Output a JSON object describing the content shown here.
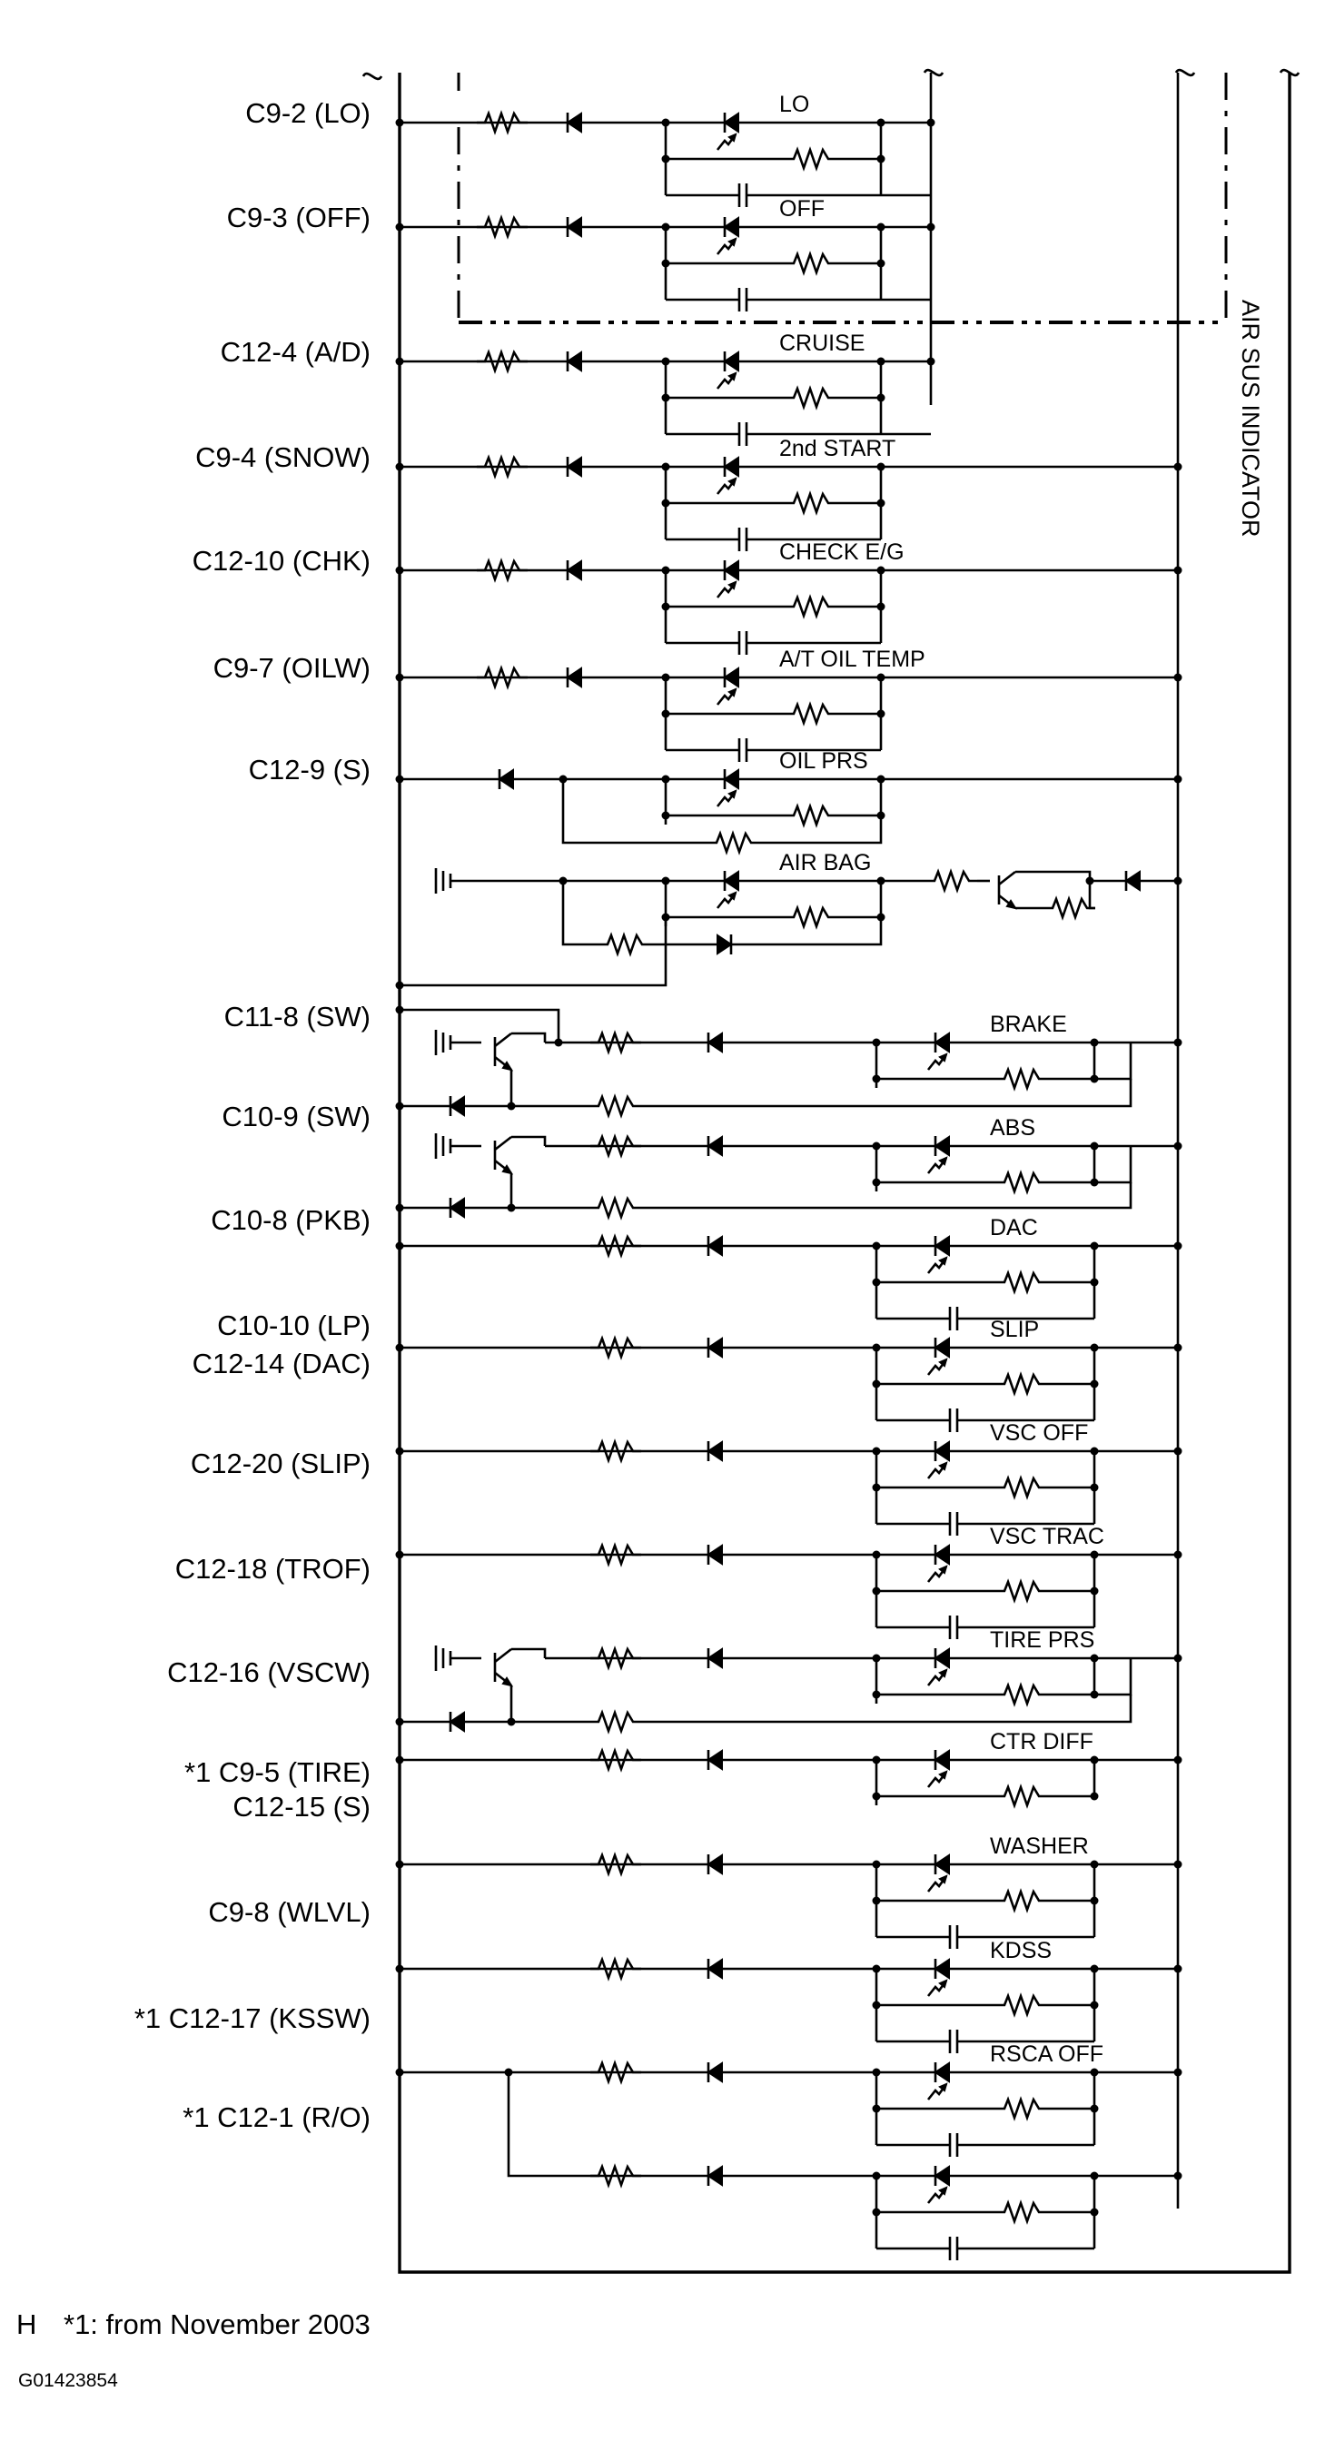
{
  "diagram": {
    "channels": [
      {
        "pin": "C9-2 (LO)",
        "lamp": "LO"
      },
      {
        "pin": "C9-3 (OFF)",
        "lamp": "OFF"
      },
      {
        "pin": "C12-4 (A/D)",
        "lamp": "CRUISE"
      },
      {
        "pin": "C9-4 (SNOW)",
        "lamp": "2nd START"
      },
      {
        "pin": "C12-10 (CHK)",
        "lamp": "CHECK E/G"
      },
      {
        "pin": "C9-7 (OILW)",
        "lamp": "A/T OIL TEMP"
      },
      {
        "pin": "C12-9 (S)",
        "lamp": "OIL PRS"
      },
      {
        "pin": "",
        "lamp": "AIR BAG"
      },
      {
        "pin": "C11-8 (SW)",
        "lamp": ""
      },
      {
        "pin": "C10-9 (SW)",
        "lamp": "BRAKE"
      },
      {
        "pin": "C10-8 (PKB)",
        "lamp": ""
      },
      {
        "pin": "",
        "lamp": "ABS"
      },
      {
        "pin": "C10-10 (LP)",
        "lamp": ""
      },
      {
        "pin": "C12-14 (DAC)",
        "lamp": "DAC"
      },
      {
        "pin": "C12-20 (SLIP)",
        "lamp": "SLIP"
      },
      {
        "pin": "C12-18 (TROF)",
        "lamp": "VSC OFF"
      },
      {
        "pin": "C12-16 (VSCW)",
        "lamp": "VSC TRAC"
      },
      {
        "pin": "",
        "lamp": "TIRE PRS"
      },
      {
        "pin": "*1 C9-5 (TIRE)",
        "lamp": ""
      },
      {
        "pin": "C12-15 (S)",
        "lamp": "CTR DIFF"
      },
      {
        "pin": "C9-8 (WLVL)",
        "lamp": "WASHER"
      },
      {
        "pin": "*1 C12-17 (KSSW)",
        "lamp": "KDSS"
      },
      {
        "pin": "*1 C12-1 (R/O)",
        "lamp": "RSCA OFF"
      }
    ],
    "side_label": "AIR SUS INDICATOR",
    "footnote_letter": "H",
    "footnote": "*1: from November 2003",
    "figure_code": "G01423854"
  }
}
